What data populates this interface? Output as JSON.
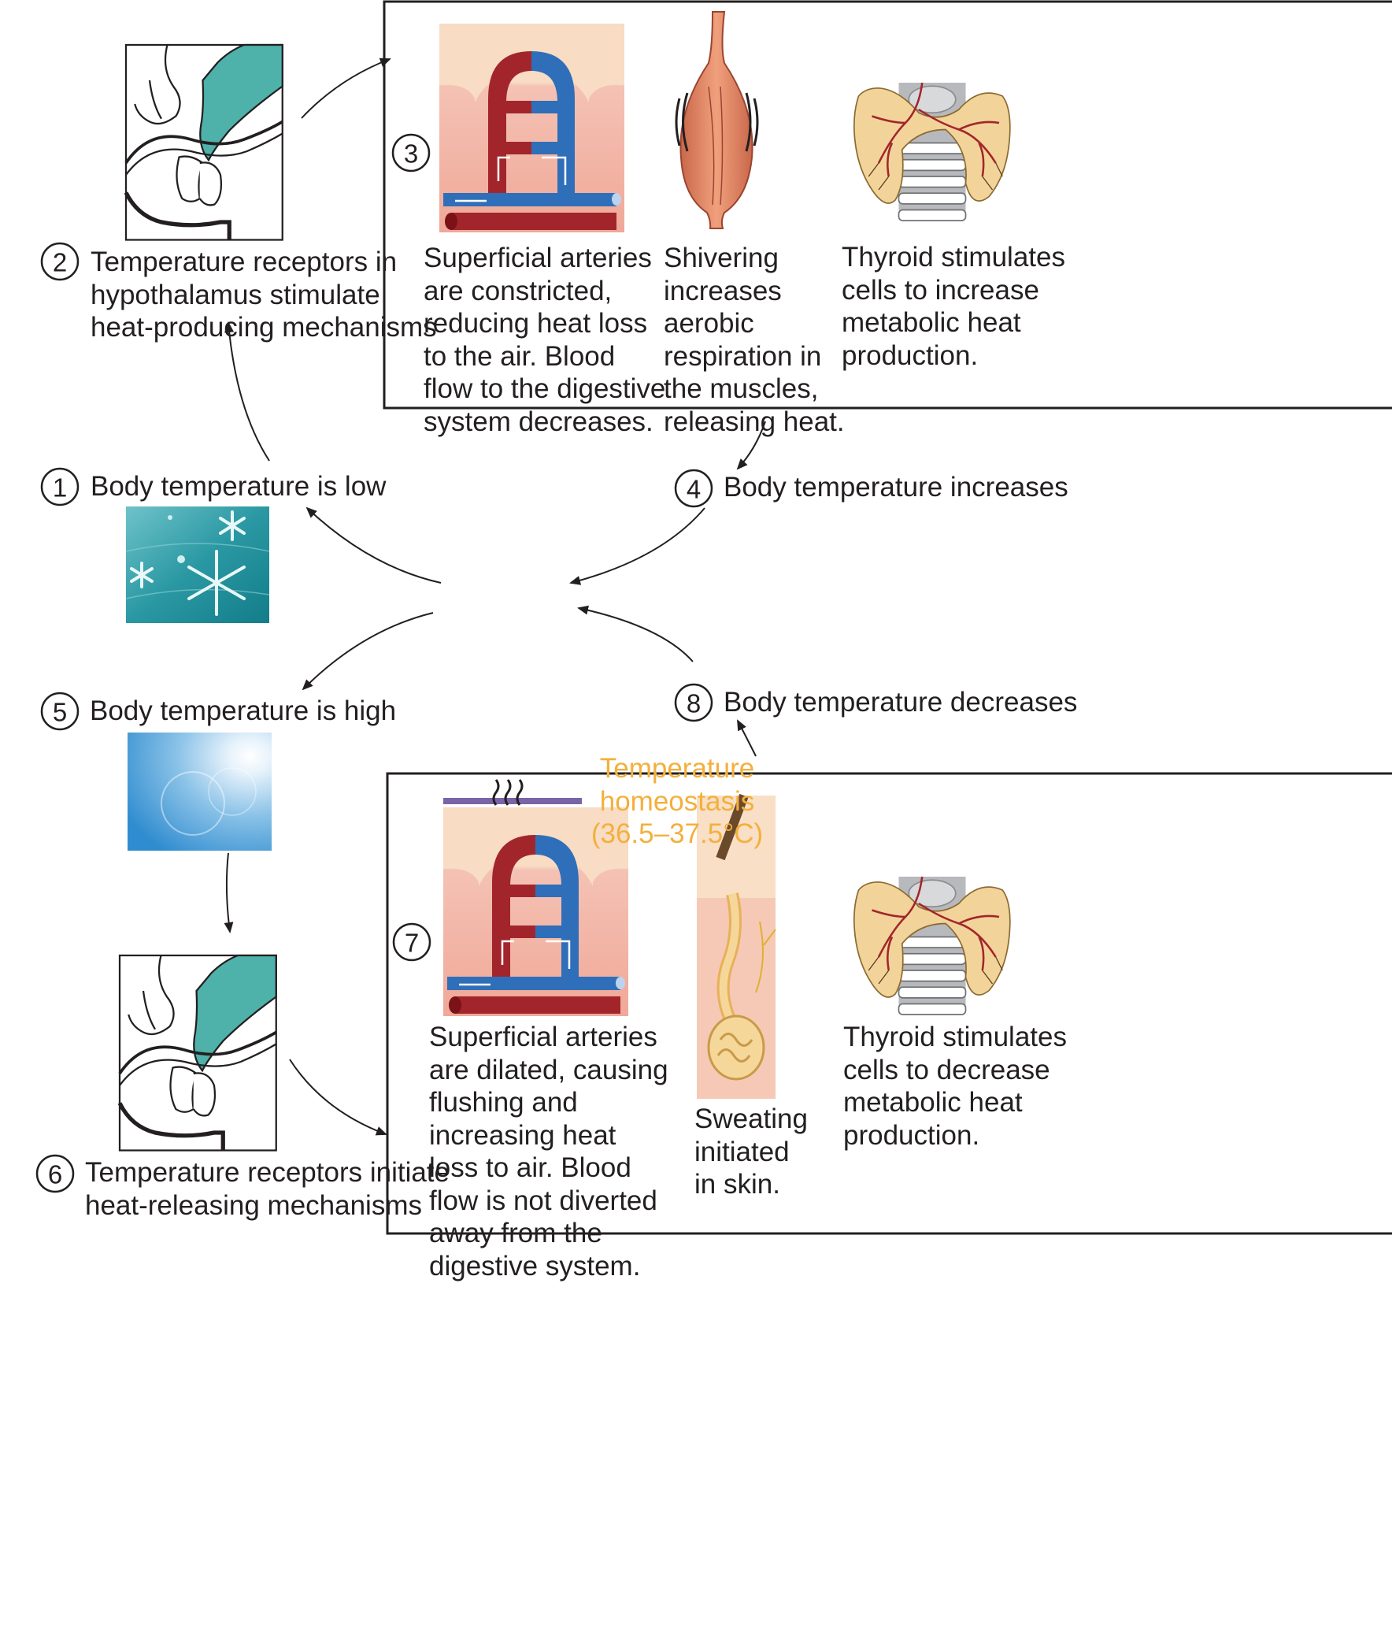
{
  "center": {
    "line1": "Temperature",
    "line2": "homeostasis",
    "line3": "(36.5–37.5°C)",
    "color": "#f3b03c"
  },
  "steps": [
    {
      "number": "1",
      "lines": [
        "Body temperature is low"
      ]
    },
    {
      "number": "2",
      "lines": [
        "Temperature receptors in",
        "hypothalamus stimulate",
        "heat-producing mechanisms"
      ]
    },
    {
      "number": "3",
      "lines": []
    },
    {
      "number": "4",
      "lines": [
        "Body temperature increases"
      ]
    },
    {
      "number": "5",
      "lines": [
        "Body temperature is high"
      ]
    },
    {
      "number": "6",
      "lines": [
        "Temperature receptors initiate",
        "heat-releasing mechanisms"
      ]
    },
    {
      "number": "7",
      "lines": []
    },
    {
      "number": "8",
      "lines": [
        "Body temperature decreases"
      ]
    }
  ],
  "heat_producing": {
    "arteries": [
      "Superficial arteries",
      "are constricted,",
      "reducing heat loss",
      "to the air. Blood",
      "flow to the digestive",
      "system decreases."
    ],
    "shivering": [
      "Shivering",
      "increases",
      "aerobic",
      "respiration in",
      "the muscles,",
      "releasing heat."
    ],
    "thyroid": [
      "Thyroid stimulates",
      "cells to increase",
      "metabolic heat",
      "production."
    ]
  },
  "heat_releasing": {
    "arteries": [
      "Superficial arteries",
      "are dilated, causing",
      "flushing and",
      "increasing heat",
      "loss to air. Blood",
      "flow is not diverted",
      "away from the",
      "digestive system."
    ],
    "sweating": [
      "Sweating",
      "initiated",
      "in skin."
    ],
    "thyroid": [
      "Thyroid stimulates",
      "cells to decrease",
      "metabolic heat",
      "production."
    ]
  },
  "colors": {
    "hypothalamus": "#4eb1aa",
    "artery_red": "#a3252c",
    "vein_blue": "#2f6fb9",
    "skin_pink": "#f2b4a6",
    "muscle": "#e08a6a",
    "thyroid": "#f2d49a",
    "snow_bg": "#1f8e9a",
    "sun_bg": "#5aa6d8"
  },
  "icons": [
    "hypothalamus-icon",
    "snowflake-icon",
    "sun-icon",
    "blood-vessel-icon",
    "muscle-icon",
    "thyroid-icon",
    "sweat-gland-icon"
  ]
}
